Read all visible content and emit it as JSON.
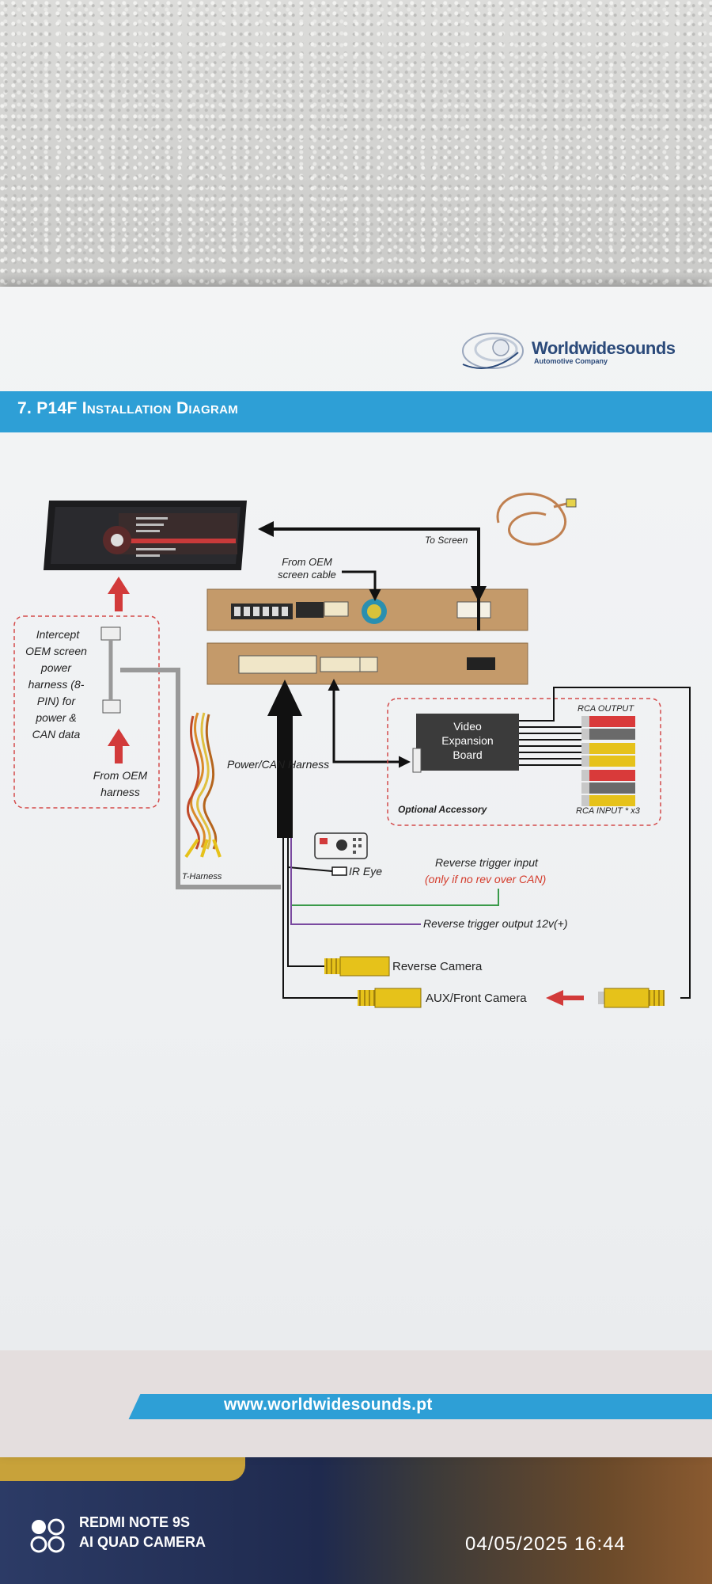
{
  "document": {
    "logo_name": "Worldwidesounds",
    "logo_tagline": "Automotive Company",
    "section_title": "7. P14F Installation Diagram",
    "footer_url": "www.worldwidesounds.pt"
  },
  "diagram": {
    "to_screen": "To Screen",
    "from_oem_line1": "From OEM",
    "from_oem_line2": "screen cable",
    "intercept_lines": [
      "Intercept",
      "OEM screen",
      "power",
      "harness (8-",
      "PIN) for",
      "power &",
      "CAN data"
    ],
    "from_harness_line1": "From OEM",
    "from_harness_line2": "harness",
    "power_can": "Power/CAN Harness",
    "video_board_lines": [
      "Video",
      "Expansion",
      "Board"
    ],
    "rca_output": "RCA OUTPUT",
    "rca_input": "RCA INPUT * x3",
    "optional": "Optional Accessory",
    "t_harness": "T-Harness",
    "ir_eye": "IR Eye",
    "reverse_trigger_input": "Reverse trigger input",
    "only_if": "(only if no rev over CAN)",
    "reverse_trigger_output": "Reverse trigger output 12v(+)",
    "reverse_camera": "Reverse Camera",
    "aux_front_camera": "AUX/Front Camera"
  },
  "camera_overlay": {
    "model_line1": "REDMI NOTE 9S",
    "model_line2": "AI QUAD CAMERA",
    "datetime": "04/05/2025  16:44"
  },
  "colors": {
    "accent_blue": "#2e9fd6",
    "arrow_red": "#d23a3a",
    "warning_red": "#d43a2a",
    "module_bronze": "#c49a6a"
  }
}
